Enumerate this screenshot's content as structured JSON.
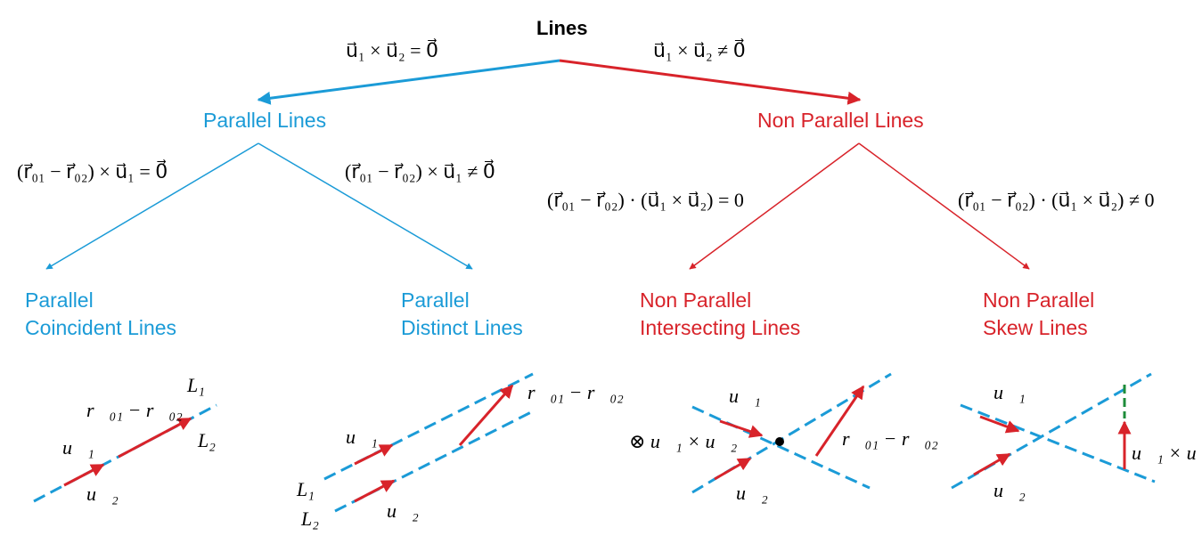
{
  "diagram": {
    "title": "Lines",
    "colors": {
      "parallel": "#1b9bd7",
      "nonparallel": "#d8232a",
      "vector": "#d8232a",
      "line": "#1b9bd7",
      "distance": "#1e8c3a",
      "text": "#000000"
    },
    "conditions": {
      "top_left": "u⃗₁ × u⃗₂ = 0⃗",
      "top_right": "u⃗₁ × u⃗₂ ≠ 0⃗",
      "par_left": "(r⃗₀₁ − r⃗₀₂) × u⃗₁ = 0⃗",
      "par_right": "(r⃗₀₁ − r⃗₀₂) × u⃗₁ ≠ 0⃗",
      "np_left": "(r⃗₀₁ − r⃗₀₂) · (u⃗₁ × u⃗₂) = 0",
      "np_right": "(r⃗₀₁ − r⃗₀₂) · (u⃗₁ × u⃗₂) ≠ 0"
    },
    "categories": {
      "parallel": "Parallel Lines",
      "nonparallel": "Non Parallel Lines",
      "coincident": [
        "Parallel",
        "Coincident Lines"
      ],
      "distinct": [
        "Parallel",
        "Distinct Lines"
      ],
      "intersecting": [
        "Non Parallel",
        "Intersecting Lines"
      ],
      "skew": [
        "Non Parallel",
        "Skew Lines"
      ]
    },
    "sketch_labels": {
      "L1": "L₁",
      "L2": "L₂",
      "u1": "u⃗₁",
      "u2": "u⃗₂",
      "r_diff": "r⃗₀₁ − r⃗₀₂",
      "cross": "u⃗₁ × u⃗₂",
      "otimes_cross": "⊗ u⃗₁ × u⃗₂"
    }
  }
}
